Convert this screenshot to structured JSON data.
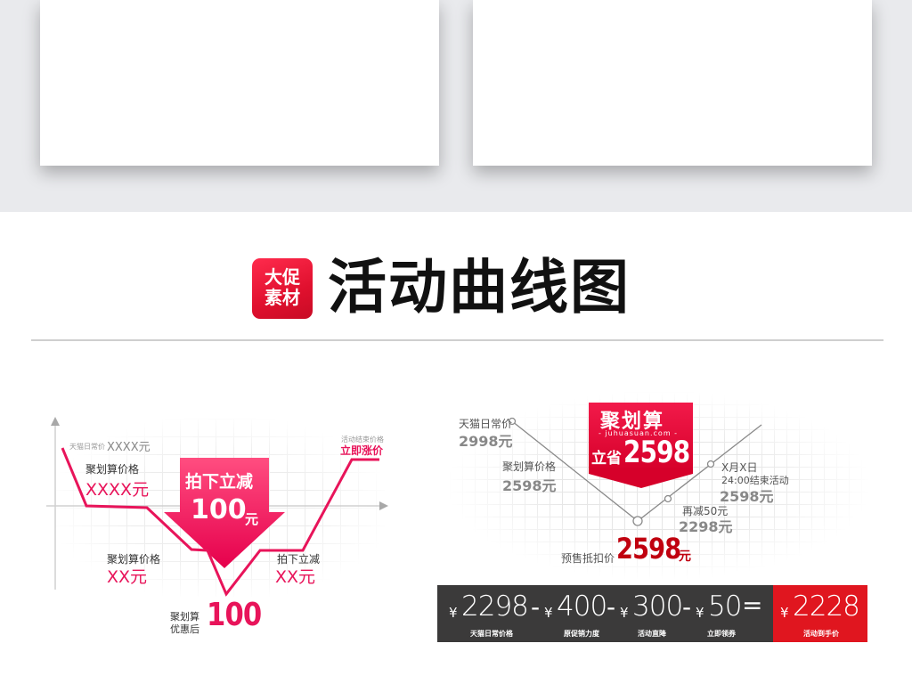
{
  "header": {
    "badge_line1": "大促",
    "badge_line2": "素材",
    "title": "活动曲线图"
  },
  "left_chart": {
    "tmall_regular_label": "天猫日常价",
    "tmall_regular_value": "XXXX元",
    "juhuasuan_price_label": "聚划算价格",
    "juhuasuan_price_value": "XXXX元",
    "arrow_line1": "拍下立减",
    "arrow_number": "100",
    "arrow_unit": "元",
    "juhuasuan_price2_label": "聚划算价格",
    "juhuasuan_price2_value": "XX元",
    "discount_label": "拍下立减",
    "discount_value": "XX元",
    "after_discount_line1": "聚划算",
    "after_discount_line2": "优惠后",
    "after_discount_value": "100",
    "end_price_label": "活动结束价格",
    "end_price_value": "立即涨价",
    "line_color": "#e8145a"
  },
  "right_chart": {
    "tmall_regular_label": "天猫日常价",
    "tmall_regular_value": "2998元",
    "juhuasuan_price_label": "聚划算价格",
    "juhuasuan_price_value": "2598元",
    "presale_label": "预售抵扣价",
    "presale_value": "2598",
    "presale_unit": "元",
    "extra_off_label": "再减50元",
    "extra_off_value": "2298元",
    "end_date_label": "X月X日",
    "end_time_label": "24:00结束活动",
    "end_value": "2598元",
    "jhs_badge": {
      "title": "聚划算",
      "url": "- juhuasuan.com -",
      "save_label": "立省",
      "save_value": "2598"
    }
  },
  "formula_bar": {
    "items": [
      {
        "yen": "¥",
        "value": "2298",
        "op": "-",
        "label": "天猫日常价格"
      },
      {
        "yen": "¥",
        "value": "400",
        "op": "-",
        "label": "原促销力度"
      },
      {
        "yen": "¥",
        "value": "300",
        "op": "-",
        "label": "活动直降"
      },
      {
        "yen": "¥",
        "value": "50",
        "op": "=",
        "label": "立即领券"
      }
    ],
    "result": {
      "yen": "¥",
      "value": "2228",
      "label": "活动到手价"
    },
    "dark_color": "#3b3a3a",
    "accent_color": "#e0161f"
  }
}
